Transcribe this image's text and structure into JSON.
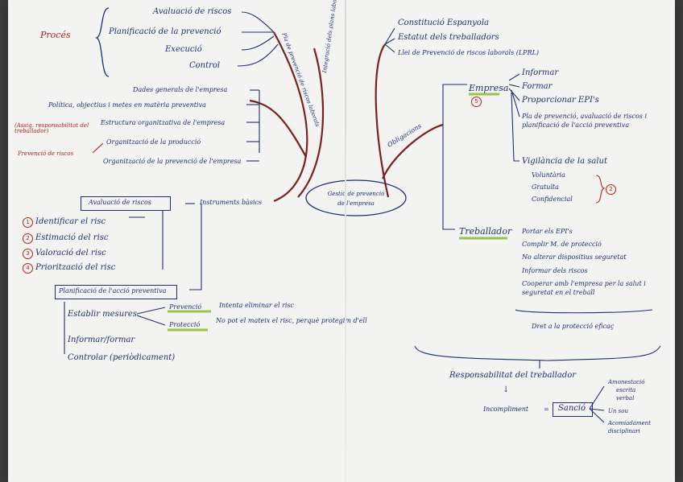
{
  "left": {
    "proces_label": "Procés",
    "proces_items": [
      "Avaluació de riscos",
      "Planificació de la prevenció",
      "Execució",
      "Control"
    ],
    "branch1_label": "Pla de prevenció de riscos laborals",
    "branch2_label": "Integració dels plans laborals",
    "pla_items": [
      "Dades generals de l'empresa",
      "Política, objectius i metes en matèria preventiva",
      "Estructura organitzativa de l'empresa",
      "Organització de la producció",
      "Organització de la prevenció de l'empresa"
    ],
    "red_notes": [
      "(Assig. responsabilitat del treballador)",
      "Prevenció de riscos"
    ],
    "instruments": "Instruments bàsics",
    "avaluacio_title": "Avaluació de riscos",
    "avaluacio_steps": [
      {
        "num": "1",
        "text": "Identificar el risc"
      },
      {
        "num": "2",
        "text": "Estimació del risc"
      },
      {
        "num": "3",
        "text": "Valoració del risc"
      },
      {
        "num": "4",
        "text": "Priorització del risc"
      }
    ],
    "planif_title": "Planificació de l'acció preventiva",
    "planif_items": [
      "Establir mesures",
      "Informar/formar",
      "Controlar (periòdicament)"
    ],
    "prevencio": "Prevenció",
    "prevencio_desc": "Intenta eliminar el risc",
    "proteccio": "Protecció",
    "proteccio_desc": "No pot el mateix el risc, perquè protegim d'ell"
  },
  "center": {
    "title_line1": "Gestió de prevenció",
    "title_line2": "de l'empresa",
    "obligacions": "Obligacions"
  },
  "right": {
    "laws": [
      "Constitució Espanyola",
      "Estatut dels treballadors",
      "Llei de Prevenció de riscos laborals (LPRL)"
    ],
    "empresa": "Empresa",
    "empresa_num": "5",
    "empresa_items": [
      "Informar",
      "Formar",
      "Proporcionar EPI's",
      "Pla de prevenció, avaluació de riscos i planificació de l'acció preventiva",
      "Vigilància de la salut"
    ],
    "salut_items": [
      "Voluntària",
      "Gratuïta",
      "Confidencial"
    ],
    "salut_num": "2",
    "treballador": "Treballador",
    "treballador_items": [
      "Portar els EPI's",
      "Complir M. de protecció",
      "No alterar dispositius seguretat",
      "Informar dels riscos",
      "Cooperar amb l'empresa per la salut i seguretat en el treball"
    ],
    "dret": "Dret a la protecció eficaç",
    "responsabilitat": "Responsabilitat del treballador",
    "incompliment": "Incompliment",
    "sancio": "Sanció",
    "sancio_items": [
      "Amonestació",
      "escrita",
      "verbal",
      "Un sou",
      "Acomiadament disciplinari"
    ]
  }
}
